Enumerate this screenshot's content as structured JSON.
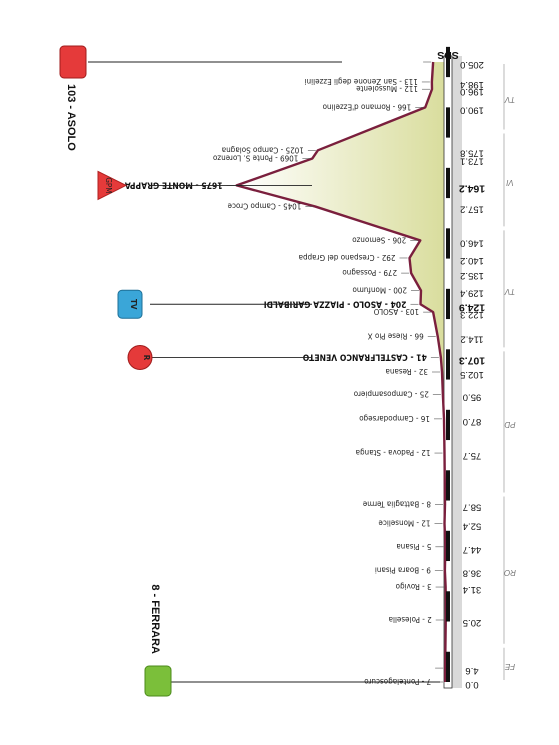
{
  "chart_data": {
    "type": "area",
    "orientation": "rotated-90",
    "start": {
      "name": "FERRARA",
      "elevation": 8
    },
    "finish": {
      "name": "ASOLO",
      "elevation": 103
    },
    "finish_tag": "SDS",
    "points": [
      {
        "km": "0.0",
        "label": "7 - Pontelagoscuro",
        "elev": 7,
        "bold": false
      },
      {
        "km": "4.6",
        "label": "",
        "elev": 7,
        "bold": false
      },
      {
        "km": "20.5",
        "label": "2 - Polesella",
        "elev": 2,
        "bold": false
      },
      {
        "km": "31.4",
        "label": "3 - Rovigo",
        "elev": 3,
        "bold": false
      },
      {
        "km": "36.8",
        "label": "9 - Boara Pisani",
        "elev": 9,
        "bold": false
      },
      {
        "km": "44.7",
        "label": "5 - Pisana",
        "elev": 5,
        "bold": false
      },
      {
        "km": "52.4",
        "label": "12 - Monselice",
        "elev": 12,
        "bold": false
      },
      {
        "km": "58.7",
        "label": "8 - Battaglia Terme",
        "elev": 8,
        "bold": false
      },
      {
        "km": "75.7",
        "label": "12 - Padova - Stanga",
        "elev": 12,
        "bold": false
      },
      {
        "km": "87.0",
        "label": "16 - Campodarsego",
        "elev": 16,
        "bold": false
      },
      {
        "km": "95.0",
        "label": "25 - Camposampiero",
        "elev": 25,
        "bold": false
      },
      {
        "km": "102.5",
        "label": "32 - Resana",
        "elev": 32,
        "bold": false
      },
      {
        "km": "107.3",
        "label": "41 - CASTELFRANCO VENETO",
        "elev": 41,
        "bold": true
      },
      {
        "km": "114.2",
        "label": "66 - Riese Pio X",
        "elev": 66,
        "bold": false
      },
      {
        "km": "122.3",
        "label": "103 - ASOLO",
        "elev": 103,
        "bold": false
      },
      {
        "km": "124.9",
        "label": "204 - ASOLO - PIAZZA GARIBALDI",
        "elev": 204,
        "bold": true
      },
      {
        "km": "129.4",
        "label": "200 - Monfumo",
        "elev": 200,
        "bold": false
      },
      {
        "km": "135.2",
        "label": "279 - Possagno",
        "elev": 279,
        "bold": false
      },
      {
        "km": "140.2",
        "label": "292 - Crespano del Grappa",
        "elev": 292,
        "bold": false
      },
      {
        "km": "146.0",
        "label": "206 - Semonzo",
        "elev": 206,
        "bold": false
      },
      {
        "km": "157.2",
        "label": "1045 - Campo Croce",
        "elev": 1045,
        "bold": false
      },
      {
        "km": "164.2",
        "label": "1675 - MONTE GRAPPA",
        "elev": 1675,
        "bold": true
      },
      {
        "km": "173.1",
        "label": "1069 - Ponte S. Lorenzo",
        "elev": 1069,
        "bold": false
      },
      {
        "km": "175.8",
        "label": "1025 - Campo Solagna",
        "elev": 1025,
        "bold": false
      },
      {
        "km": "190.0",
        "label": "166 - Romano d'Ezzelino",
        "elev": 166,
        "bold": false
      },
      {
        "km": "196.0",
        "label": "112 - Mussolente",
        "elev": 112,
        "bold": false
      },
      {
        "km": "198.4",
        "label": "113 - San Zenone degli Ezzelini",
        "elev": 113,
        "bold": false
      },
      {
        "km": "205.0",
        "label": "",
        "elev": 103,
        "bold": false
      }
    ],
    "provinces": [
      "FE",
      "RO",
      "PD",
      "TV",
      "VI",
      "TV"
    ],
    "markers": [
      {
        "type": "TV",
        "label": "TV",
        "km": "124.9"
      },
      {
        "type": "R",
        "label": "R",
        "km": "107.3"
      },
      {
        "type": "GPM",
        "label": "GPM",
        "km": "164.2"
      }
    ],
    "colors": {
      "profile": "#7a1f3d",
      "fill_top": "#d8dc9a",
      "fill_bottom": "#ffffff",
      "gpm": "#e53a3a",
      "tv_badge": "#3aa6d8",
      "finish_badge": "#e53a3a",
      "start_badge": "#7bbf3a"
    }
  }
}
